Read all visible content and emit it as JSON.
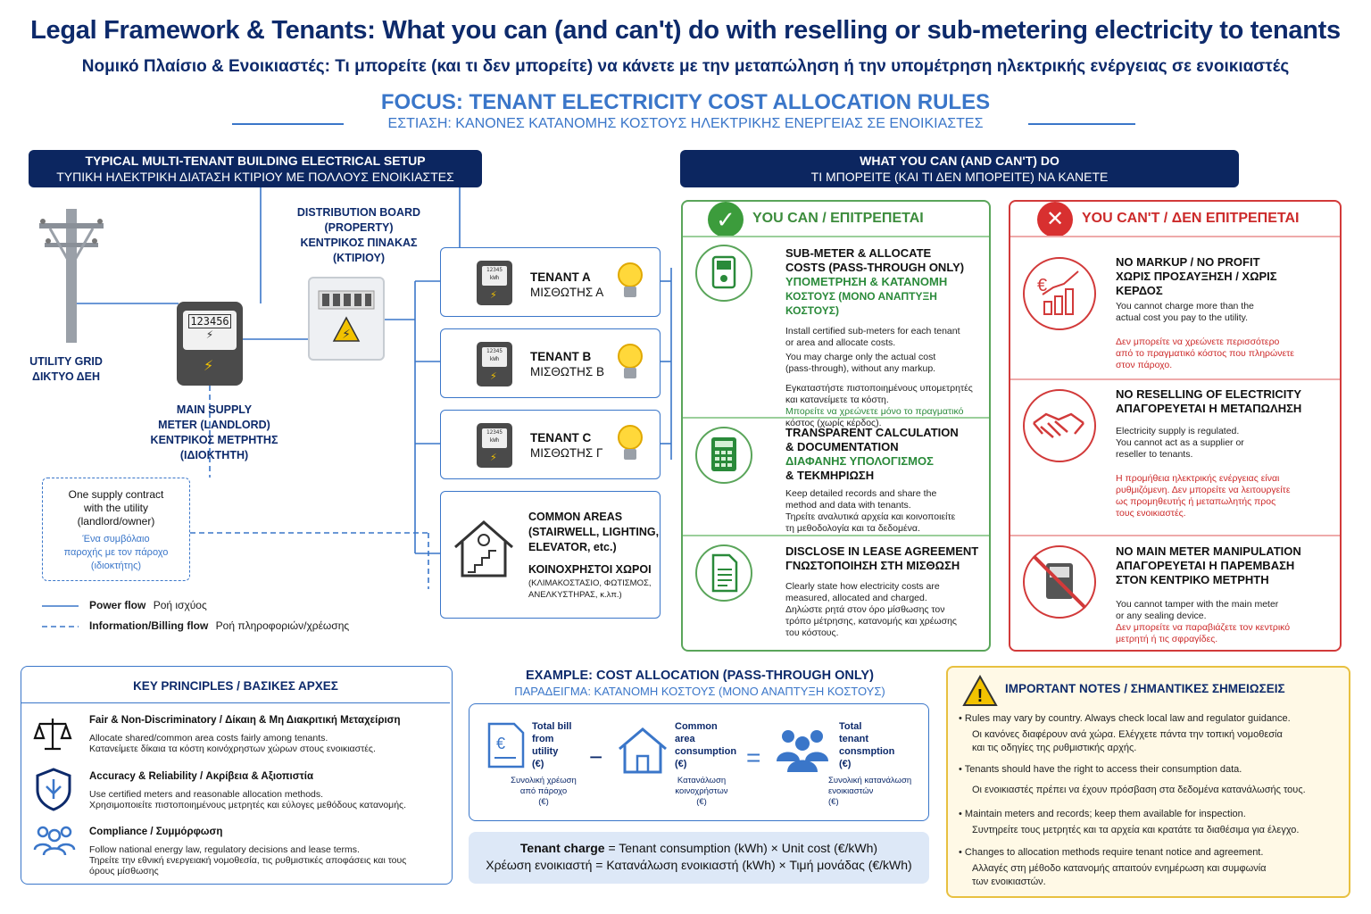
{
  "header": {
    "title_en": "Legal Framework & Tenants: What you can (and can't) do with reselling or sub-metering electricity to tenants",
    "title_gr": "Νομικό Πλαίσιο & Ενοικιαστές: Τι μπορείτε (και τι δεν μπορείτε) να κάνετε με την μεταπώληση ή την υπομέτρηση ηλεκτρικής ενέργειας σε ενοικιαστές",
    "focus_en": "FOCUS: TENANT ELECTRICITY COST ALLOCATION RULES",
    "focus_gr": "ΕΣΤΙΑΣΗ: ΚΑΝΟΝΕΣ ΚΑΤΑΝΟΜΗΣ ΚΟΣΤΟΥΣ ΗΛΕΚΤΡΙΚΗΣ ΕΝΕΡΓΕΙΑΣ ΣΕ ΕΝΟΙΚΙΑΣΤΕΣ"
  },
  "setup": {
    "header_en": "TYPICAL MULTI-TENANT BUILDING ELECTRICAL SETUP",
    "header_gr": "ΤΥΠΙΚΗ ΗΛΕΚΤΡΙΚΗ ΔΙΑΤΑΣΗ ΚΤΙΡΙΟΥ ΜΕ ΠΟΛΛΟΥΣ ΕΝΟΙΚΙΑΣΤΕΣ",
    "utility_en": "UTILITY GRID",
    "utility_gr": "ΔΙΚΤΥΟ ΔΕΗ",
    "main_meter_display": "123456",
    "main_meter_l1": "MAIN SUPPLY",
    "main_meter_l2": "METER (LANDLORD)",
    "main_meter_l3": "ΚΕΝΤΡΙΚΟΣ ΜΕΤΡΗΤΗΣ",
    "main_meter_l4": "(ΙΔΙΟΚΤΗΤΗ)",
    "board_l1": "DISTRIBUTION BOARD",
    "board_l2": "(PROPERTY)",
    "board_l3": "ΚΕΝΤΡΙΚΟΣ ΠΙΝΑΚΑΣ",
    "board_l4": "(ΚΤΙΡΙΟΥ)",
    "tenants": [
      {
        "name_en": "TENANT A",
        "name_gr": "ΜΙΣΘΩΤΗΣ Α"
      },
      {
        "name_en": "TENANT B",
        "name_gr": "ΜΙΣΘΩΤΗΣ Β"
      },
      {
        "name_en": "TENANT C",
        "name_gr": "ΜΙΣΘΩΤΗΣ Γ"
      }
    ],
    "common": {
      "l1": "COMMON AREAS",
      "l2": "(STAIRWELL, LIGHTING,",
      "l3": "ELEVATOR, etc.)",
      "l4": "ΚΟΙΝΟΧΡΗΣΤΟΙ ΧΩΡΟΙ",
      "l5": "(ΚΛΙΜΑΚΟΣΤΑΣΙΟ, ΦΩΤΙΣΜΟΣ,",
      "l6": "ΑΝΕΛΚΥΣΤΗΡΑΣ, κ.λπ.)"
    },
    "contract_l1": "One supply contract",
    "contract_l2": "with the utility",
    "contract_l3": "(landlord/owner)",
    "contract_gr1": "Ένα συμβόλαιο",
    "contract_gr2": "παροχής με τον πάροχο",
    "contract_gr3": "(ιδιοκτήτης)",
    "legend_power_en": "Power flow",
    "legend_power_gr": "Ροή ισχύος",
    "legend_info_en": "Information/Billing flow",
    "legend_info_gr": "Ροή πληροφοριών/χρέωσης"
  },
  "rules": {
    "header_en": "WHAT YOU CAN (AND CAN'T) DO",
    "header_gr": "ΤΙ ΜΠΟΡΕΙΤΕ (ΚΑΙ ΤΙ ΔΕΝ ΜΠΟΡΕΙΤΕ) ΝΑ ΚΑΝΕΤΕ",
    "can_header": "YOU CAN / ΕΠΙΤΡΕΠΕΤΑΙ",
    "cant_header": "YOU CAN'T / ΔΕΝ ΕΠΙΤΡΕΠΕΤΑΙ",
    "can": [
      {
        "t1": "SUB-METER & ALLOCATE",
        "t2": "COSTS (PASS-THROUGH ONLY)",
        "g1": "ΥΠΟΜΕΤΡΗΣΗ & ΚΑΤΑΝΟΜΗ",
        "g2": "ΚΟΣΤΟΥΣ (ΜΟΝΟ ΑΝΑΠΤΥΞΗ ΚΟΣΤΟΥΣ)",
        "d1": "Install certified sub-meters for each tenant",
        "d2": "or area and allocate costs.",
        "d3": "You may charge only the actual cost",
        "d4": "(pass-through), without any markup.",
        "gd1": "Εγκαταστήστε πιστοποιημένους υπομετρητές",
        "gd2": "και κατανείμετε τα κόστη.",
        "gd3": "Μπορείτε να χρεώνετε μόνο το πραγματικό",
        "gd4": "κόστος (χωρίς κέρδος)."
      },
      {
        "t1": "TRANSPARENT CALCULATION",
        "t2": "& DOCUMENTATION",
        "g1": "ΔΙΑΦΑΝΗΣ ΥΠΟΛΟΓΙΣΜΟΣ",
        "g2": "& ΤΕΚΜΗΡΙΩΣΗ",
        "d1": "Keep detailed records and share the",
        "d2": "method and data with tenants.",
        "gd1": "Τηρείτε αναλυτικά αρχεία και κοινοποιείτε",
        "gd2": "τη μεθοδολογία και τα δεδομένα."
      },
      {
        "t1": "DISCLOSE IN LEASE AGREEMENT",
        "g1": "ΓΝΩΣΤΟΠΟΙΗΣΗ ΣΤΗ ΜΙΣΘΩΣΗ",
        "d1": "Clearly state how electricity costs are",
        "d2": "measured, allocated and charged.",
        "gd1": "Δηλώστε ρητά στον όρο μίσθωσης τον",
        "gd2": "τρόπο μέτρησης, κατανομής και χρέωσης",
        "gd3": "του κόστους."
      }
    ],
    "cant": [
      {
        "t1": "NO MARKUP / NO PROFIT",
        "t2": "ΧΩΡΙΣ ΠΡΟΣΑΥΞΗΣΗ / ΧΩΡΙΣ",
        "t3": "ΚΕΡΔΟΣ",
        "d1": "You cannot charge more than the",
        "d2": "actual cost you pay to the utility.",
        "gd1": "Δεν μπορείτε να χρεώνετε περισσότερο",
        "gd2": "από το πραγματικό κόστος που πληρώνετε",
        "gd3": "στον πάροχο."
      },
      {
        "t1": "NO RESELLING OF ELECTRICITY",
        "t2": "ΑΠΑΓΟΡΕΥΕΤΑΙ Η ΜΕΤΑΠΩΛΗΣΗ",
        "d1": "Electricity supply is regulated.",
        "d2": "You cannot act as a supplier or",
        "d3": "reseller to tenants.",
        "gd1": "Η προμήθεια ηλεκτρικής ενέργειας είναι",
        "gd2": "ρυθμιζόμενη. Δεν μπορείτε να λειτουργείτε",
        "gd3": "ως προμηθευτής ή μεταπωλητής προς",
        "gd4": "τους ενοικιαστές."
      },
      {
        "t1": "NO MAIN METER MANIPULATION",
        "t2": "ΑΠΑΓΟΡΕΥΕΤΑΙ Η ΠΑΡΕΜΒΑΣΗ",
        "t3": "ΣΤΟΝ ΚΕΝΤΡΙΚΟ ΜΕΤΡΗΤΗ",
        "d1": "You cannot tamper with the main meter",
        "d2": "or any sealing device.",
        "gd1": "Δεν μπορείτε να παραβιάζετε τον κεντρικό",
        "gd2": "μετρητή ή τις σφραγίδες."
      }
    ]
  },
  "principles": {
    "header": "KEY PRINCIPLES / ΒΑΣΙΚΕΣ ΑΡΧΕΣ",
    "items": [
      {
        "title": "Fair & Non-Discriminatory / Δίκαιη & Μη Διακριτική Μεταχείριση",
        "d1": "Allocate shared/common area costs fairly among tenants.",
        "d2": "Κατανείμετε δίκαια τα κόστη κοινόχρηστων χώρων στους ενοικιαστές."
      },
      {
        "title": "Accuracy & Reliability / Ακρίβεια & Αξιοπιστία",
        "d1": "Use certified meters and reasonable allocation methods.",
        "d2": "Χρησιμοποιείτε πιστοποιημένους μετρητές και εύλογες μεθόδους κατανομής."
      },
      {
        "title": "Compliance / Συμμόρφωση",
        "d1": "Follow national energy law, regulatory decisions and lease terms.",
        "d2": "Τηρείτε την εθνική ενεργειακή νομοθεσία, τις ρυθμιστικές αποφάσεις και τους",
        "d3": "όρους μίσθωσης"
      }
    ]
  },
  "example": {
    "header_en": "EXAMPLE: COST ALLOCATION (PASS-THROUGH ONLY)",
    "header_gr": "ΠΑΡΑΔΕΙΓΜΑ: ΚΑΤΑΝΟΜΗ ΚΟΣΤΟΥΣ (ΜΟΝΟ ΑΝΑΠΤΥΞΗ ΚΟΣΤΟΥΣ)",
    "a1": "Total bill",
    "a2": "from",
    "a3": "utility",
    "a4": "(€)",
    "ag1": "Συνολική χρέωση",
    "ag2": "από πάροχο",
    "ag3": "(€)",
    "minus": "−",
    "b1": "Common",
    "b2": "area",
    "b3": "consumption",
    "b4": "(€)",
    "bg1": "Κατανάλωση",
    "bg2": "κοινοχρήστων",
    "bg3": "(€)",
    "equals": "=",
    "c1": "Total",
    "c2": "tenant",
    "c3": "consmption",
    "c4": "(€)",
    "cg1": "Συνολική κατανάλωση",
    "cg2": "ενοικιαστών",
    "cg3": "(€)",
    "formula_en_b": "Tenant charge",
    "formula_en": " = Tenant consumption (kWh) × Unit cost (€/kWh)",
    "formula_gr": "Χρέωση ενοικιαστή = Κατανάλωση ενοικιαστή (kWh) × Τιμή μονάδας (€/kWh)"
  },
  "notes": {
    "header": "IMPORTANT NOTES / ΣΗΜΑΝΤΙΚΕΣ ΣΗΜΕΙΩΣΕΙΣ",
    "items": [
      {
        "en": "Rules may vary by country. Always check local law and regulator guidance.",
        "gr1": "Οι κανόνες διαφέρουν ανά χώρα. Ελέγχετε πάντα την τοπική νομοθεσία",
        "gr2": "και τις οδηγίες της ρυθμιστικής αρχής."
      },
      {
        "en": "Tenants should have the right to access their consumption data.",
        "gr1": "Οι ενοικιαστές πρέπει να έχουν πρόσβαση στα δεδομένα κατανάλωσής τους.",
        "gr2": ""
      },
      {
        "en": "Maintain meters and records; keep them available for inspection.",
        "gr1": "Συντηρείτε τους μετρητές και τα αρχεία και κρατάτε τα διαθέσιμα για έλεγχο.",
        "gr2": ""
      },
      {
        "en": "Changes to allocation methods require tenant notice and agreement.",
        "gr1": "Αλλαγές στη μέθοδο κατανομής απαιτούν ενημέρωση και συμφωνία",
        "gr2": "των ενοικιαστών."
      }
    ]
  },
  "colors": {
    "navy": "#0c2660",
    "accent_blue": "#3a76c9",
    "can_green": "#3c8c3c",
    "cant_red": "#cc2a2a",
    "note_yellow": "#fff9e6"
  }
}
